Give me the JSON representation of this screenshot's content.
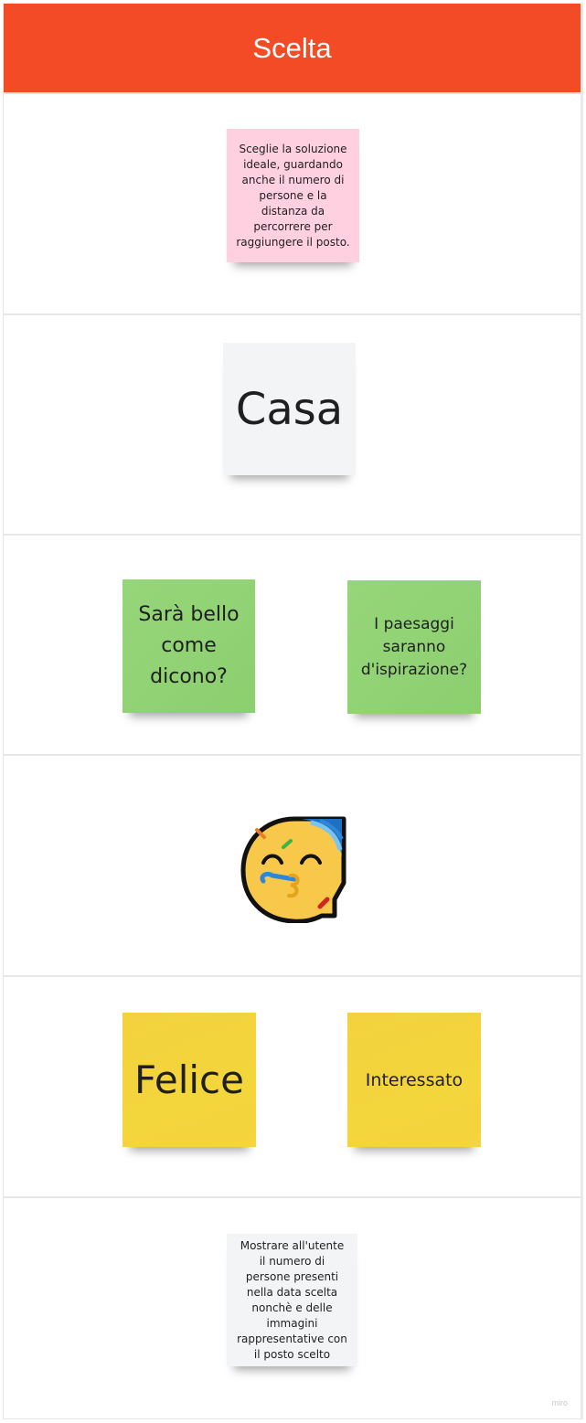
{
  "header": {
    "title": "Scelta"
  },
  "sections": {
    "task_note": "Sceglie la soluzione ideale, guardando anche il numero di persone e la distanza da percorrere per raggiungere il posto.",
    "place_note": "Casa",
    "thought_notes": [
      "Sarà bello come dicono?",
      "I paesaggi saranno d'ispirazione?"
    ],
    "emotion_icon": "party-face-icon",
    "emotion_notes": [
      "Felice",
      "Interessato"
    ],
    "opportunity_note": "Mostrare all'utente il numero di persone presenti nella data scelta nonchè e delle immagini rappresentative con il posto scelto"
  },
  "watermark": "miro",
  "colors": {
    "header": "#f24b26",
    "pink": "#ffd0e0",
    "green": "#8ccf6f",
    "yellow": "#f3d23e",
    "white": "#f3f4f6"
  }
}
